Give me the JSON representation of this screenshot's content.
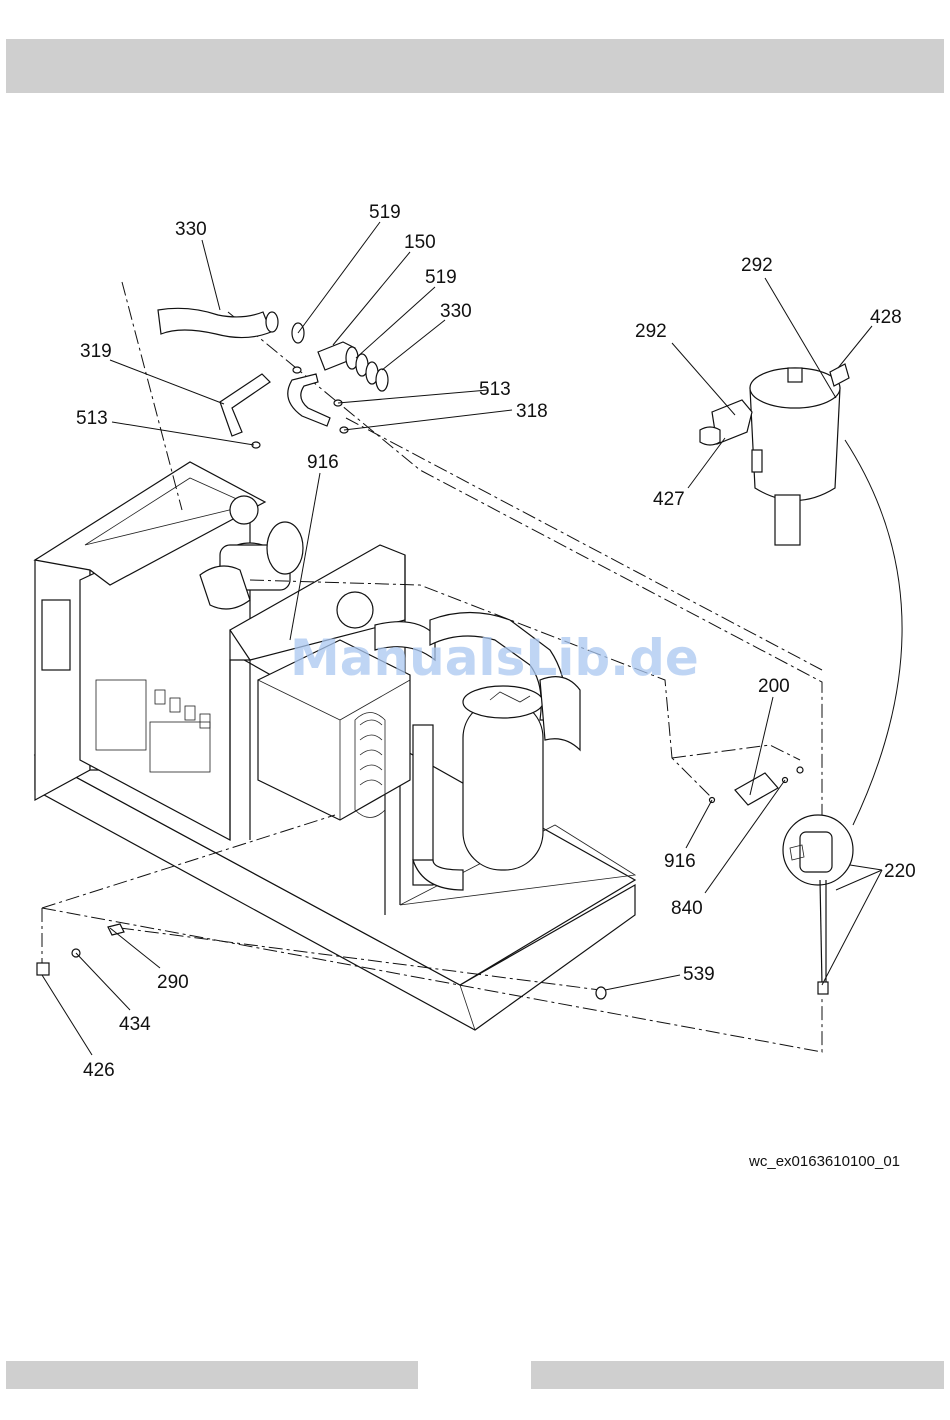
{
  "drawing_id": "wc_ex0163610100_01",
  "watermark": "ManualsLib.de",
  "callouts": {
    "c330a": "330",
    "c519a": "519",
    "c150": "150",
    "c519b": "519",
    "c330b": "330",
    "c319": "319",
    "c513a": "513",
    "c318": "318",
    "c513b": "513",
    "c916a": "916",
    "c292a": "292",
    "c428": "428",
    "c292b": "292",
    "c427": "427",
    "c200": "200",
    "c916b": "916",
    "c840": "840",
    "c220": "220",
    "c290": "290",
    "c434": "434",
    "c426": "426",
    "c539": "539"
  },
  "colors": {
    "band": "#cfcfcf",
    "line": "#111111",
    "watermark": "#a9c7f0"
  }
}
